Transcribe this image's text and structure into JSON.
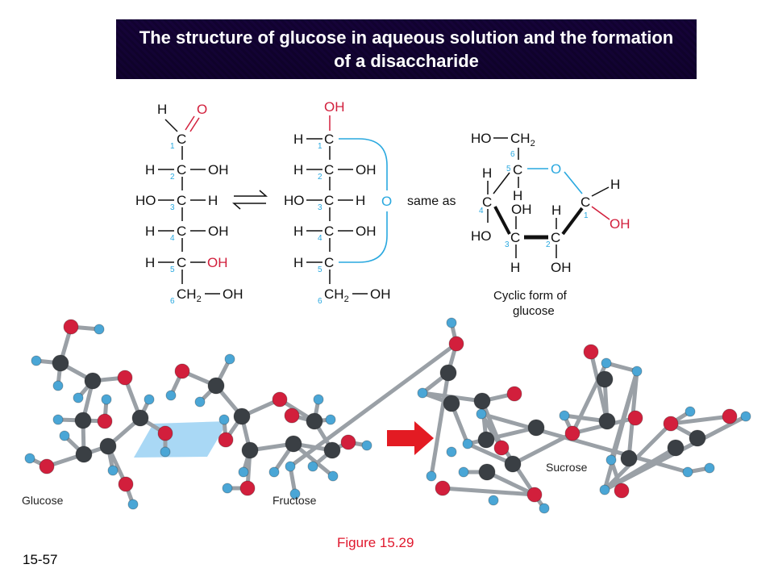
{
  "title": "The structure of glucose in aqueous solution and the formation of a disaccharide",
  "figure_label": "Figure 15.29",
  "slide_number": "15-57",
  "open_chain": {
    "top_H": "H",
    "top_O": "O",
    "rows": [
      {
        "left": "H",
        "right": "OH",
        "num": "2"
      },
      {
        "left": "HO",
        "right": "H",
        "num": "3"
      },
      {
        "left": "H",
        "right": "OH",
        "num": "4"
      },
      {
        "left": "H",
        "right": "OH",
        "num": "5"
      }
    ],
    "c1_num": "1",
    "c6_num": "6",
    "bottom": "CH",
    "bottom_sub": "2",
    "bottom_oh": "OH"
  },
  "chain_ring": {
    "top_oh": "OH",
    "rows": [
      {
        "left": "H",
        "right": "",
        "num": "1"
      },
      {
        "left": "H",
        "right": "OH",
        "num": "2"
      },
      {
        "left": "HO",
        "right": "H",
        "num": "3"
      },
      {
        "left": "H",
        "right": "OH",
        "num": "4"
      },
      {
        "left": "H",
        "right": "",
        "num": "5"
      }
    ],
    "bridge_O": "O",
    "c6_num": "6",
    "bottom": "CH",
    "bottom_sub": "2",
    "bottom_oh": "OH"
  },
  "same_as": "same as",
  "cyclic": {
    "ho_ch2": "HO",
    "ch2": "CH",
    "ch2_sub": "2",
    "ring_O": "O",
    "C": "C",
    "caption_line1": "Cyclic form of",
    "caption_line2": "glucose",
    "nums": [
      "1",
      "2",
      "3",
      "4",
      "5",
      "6"
    ],
    "H": "H",
    "OH": "OH",
    "HO": "HO"
  },
  "mol_labels": {
    "glucose": "Glucose",
    "fructose": "Fructose",
    "sucrose": "Sucrose"
  },
  "colors": {
    "oxygen": "#d21f3c",
    "carbon": "#3a3f44",
    "hydrogen": "#4aa6d6",
    "ring_line": "#29a8df",
    "arrow": "#e31b23",
    "plane": "#a9d8f5"
  }
}
